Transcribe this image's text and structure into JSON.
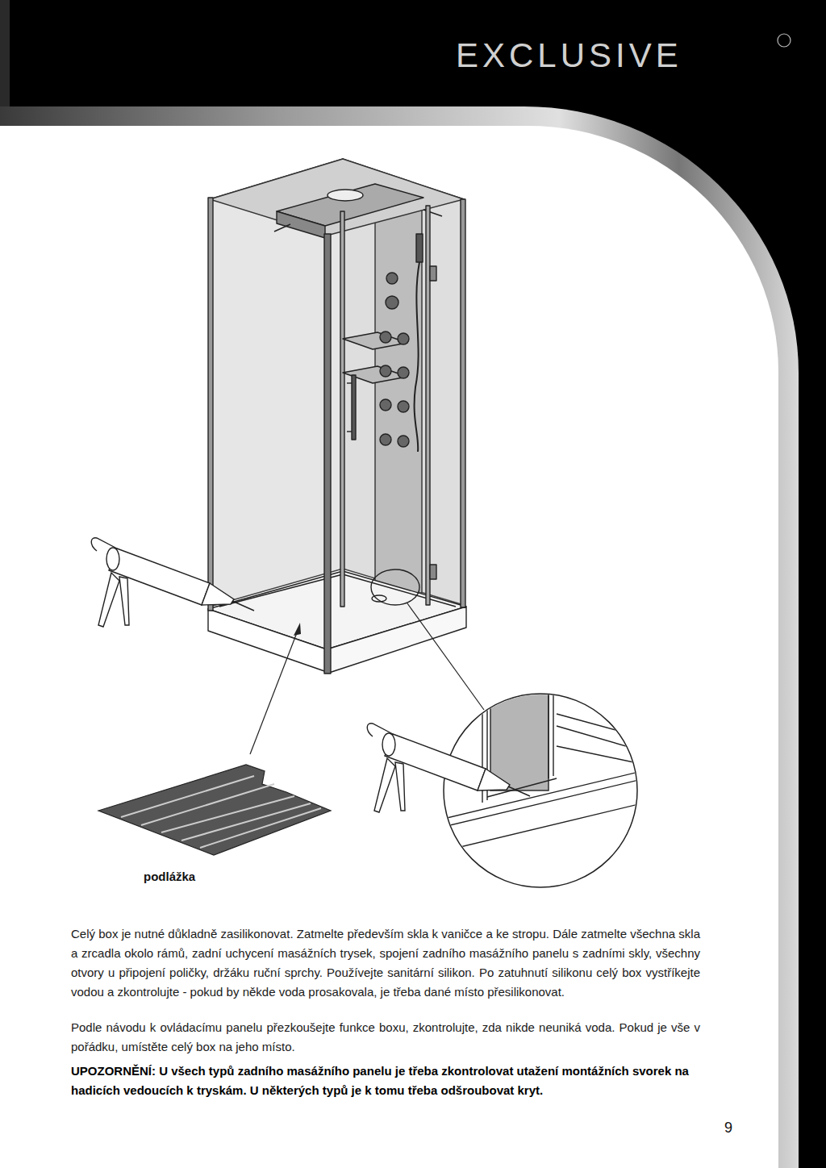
{
  "diagram": {
    "labels": [
      "EXCLUSIVE",
      "podlážka",
      "Celý box je nutné důkladně zasilikonovat. Zatmelte především skla k vaničce a ke stropu. Dále zatmelte všechna skla a zrcadla okolo rámů, zadní uchycení masážních trysek, spojení zadního masážního panelu s zadními skly, všechny otvory u připojení poličky, držáku ruční sprchy. Používejte sanitární silikon. Po zatuhnutí silikonu celý box vystříkejte vodou a zkontrolujte - pokud by někde voda prosakovala, je třeba dané místo přesilikonovat.",
      "Podle návodu k ovládacímu panelu přezkoušejte funkce boxu, zkontrolujte, zda nikde neuniká voda. Pokud je vše v pořádku, umístěte celý box na jeho místo.",
      "UPOZORNĚNÍ: U všech typů zadního masážního panelu je třeba zkontrolovat utažení montážních svorek na hadicích vedoucích k tryskám. U některých typů je k tomu třeba odšroubovat kryt.",
      "9"
    ]
  }
}
